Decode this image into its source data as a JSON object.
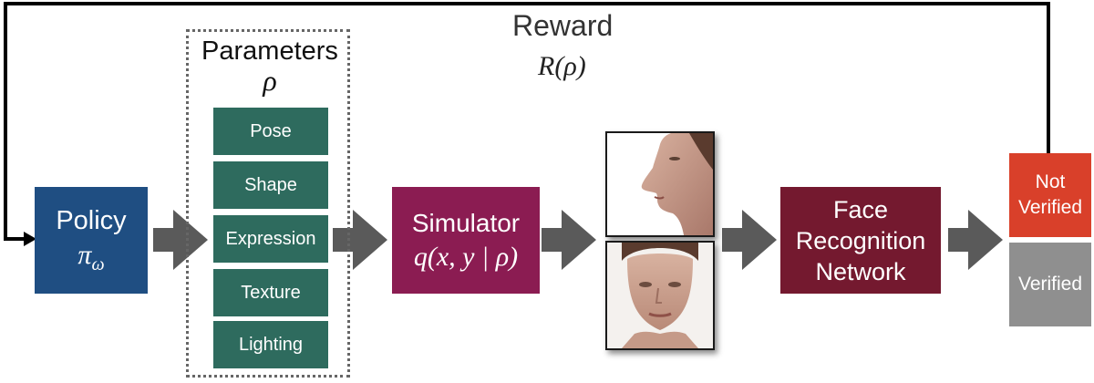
{
  "reward": {
    "label": "Reward",
    "formula": "R(ρ)"
  },
  "parameters": {
    "title": "Parameters",
    "symbol": "ρ",
    "items": [
      "Pose",
      "Shape",
      "Expression",
      "Texture",
      "Lighting"
    ]
  },
  "policy": {
    "label": "Policy",
    "formula": "πω",
    "color": "#1f4e82"
  },
  "simulator": {
    "label": "Simulator",
    "formula": "q(x, y | ρ)",
    "color": "#8b1c52"
  },
  "face_recognition": {
    "line1": "Face",
    "line2": "Recognition",
    "line3": "Network",
    "color": "#74192f"
  },
  "outputs": {
    "not_verified_line1": "Not",
    "not_verified_line2": "Verified",
    "not_verified_color": "#d9402a",
    "verified": "Verified",
    "verified_color": "#8f8f8f"
  },
  "param_color": "#2e6b5e",
  "arrow_color": "#5a5a5a",
  "images": [
    "face-profile-image",
    "face-frontal-image"
  ]
}
